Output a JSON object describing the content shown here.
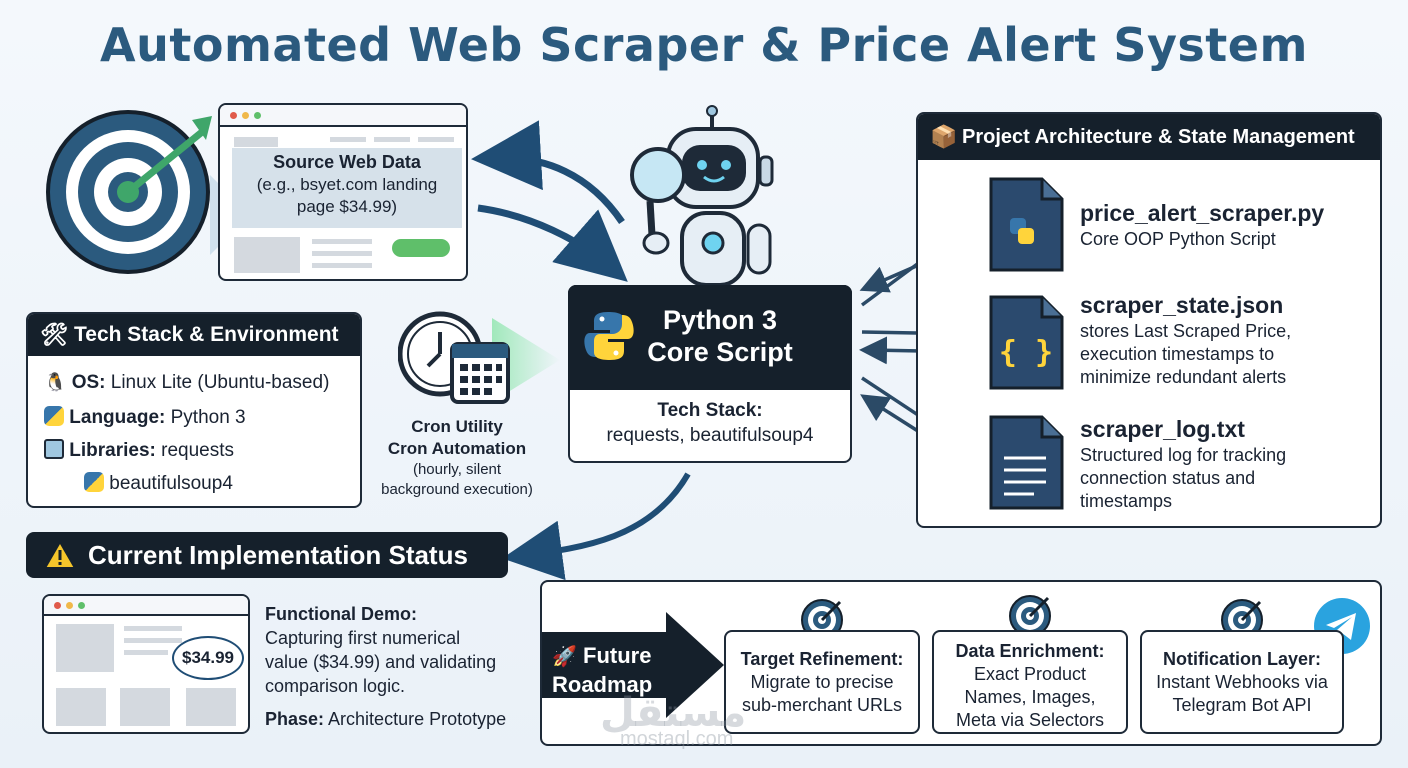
{
  "title": "Automated Web Scraper & Price Alert System",
  "source": {
    "heading": "Source Web Data",
    "line1": "(e.g., bsyet.com landing",
    "line2": "page $34.99)"
  },
  "tech": {
    "header": "Tech Stack & Environment",
    "os_label": "OS:",
    "os_value": "Linux Lite (Ubuntu-based)",
    "lang_label": "Language:",
    "lang_value": "Python 3",
    "lib_label": "Libraries:",
    "lib_value1": "requests",
    "lib_value2": "beautifulsoup4"
  },
  "core": {
    "title_line1": "Python 3",
    "title_line2": "Core Script",
    "stack_label": "Tech Stack:",
    "stack_value": "requests, beautifulsoup4"
  },
  "cron": {
    "line1": "Cron Utility",
    "line2": "Cron Automation",
    "line3": "(hourly, silent",
    "line4": "background execution)"
  },
  "architecture": {
    "header": "Project Architecture & State Management",
    "files": [
      {
        "name": "price_alert_scraper.py",
        "desc1": "Core OOP Python Script",
        "desc2": "",
        "desc3": ""
      },
      {
        "name": "scraper_state.json",
        "desc1": "stores Last Scraped Price,",
        "desc2": "execution timestamps to",
        "desc3": "minimize redundant alerts"
      },
      {
        "name": "scraper_log.txt",
        "desc1": "Structured log for tracking",
        "desc2": "connection status and",
        "desc3": "timestamps"
      }
    ]
  },
  "status": {
    "header": "Current Implementation Status",
    "price": "$34.99",
    "demo_label": "Functional Demo:",
    "demo_line1": "Capturing first numerical",
    "demo_line2": "value ($34.99) and validating",
    "demo_line3": "comparison logic.",
    "phase_label": "Phase:",
    "phase_value": "Architecture Prototype"
  },
  "roadmap": {
    "label_line1": "Future",
    "label_line2": "Roadmap",
    "cards": [
      {
        "title": "Target Refinement:",
        "line1": "Migrate to precise",
        "line2": "sub-merchant URLs",
        "line3": ""
      },
      {
        "title": "Data Enrichment:",
        "line1": "Exact Product",
        "line2": "Names, Images,",
        "line3": "Meta via Selectors"
      },
      {
        "title": "Notification Layer:",
        "line1": "Instant Webhooks via",
        "line2": "Telegram Bot API",
        "line3": ""
      }
    ]
  },
  "watermark": {
    "text1": "مستقل",
    "text2": "mostaql.com"
  },
  "colors": {
    "accent": "#2b5a7e",
    "dark": "#15202b",
    "python_blue": "#3776ab",
    "python_yellow": "#ffd43b",
    "target_green": "#3fa66a",
    "telegram": "#2aa3df"
  }
}
